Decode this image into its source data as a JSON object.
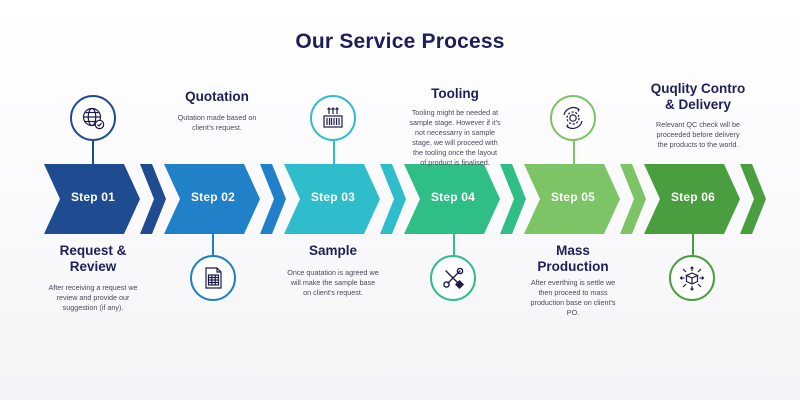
{
  "title": "Our Service Process",
  "colors": [
    "#1f4b91",
    "#2080c8",
    "#2fbdcc",
    "#2fbf86",
    "#7cc466",
    "#4a9e3f"
  ],
  "steps": [
    {
      "step": "Step 01",
      "heading_lines": [
        "Request &",
        "Review"
      ],
      "description_lines": [
        "After receiving a request we",
        "review and provide our",
        "suggestion (if any)."
      ],
      "icon": "globe-check-icon",
      "position": "top"
    },
    {
      "step": "Step 02",
      "heading_lines": [
        "Quotation"
      ],
      "description_lines": [
        "Qutation made based on",
        "client's request."
      ],
      "icon": "spreadsheet-document-icon",
      "position": "bottom"
    },
    {
      "step": "Step 03",
      "heading_lines": [
        "Sample"
      ],
      "description_lines": [
        "Once quatation is agreed we",
        "will make the sample base",
        "on client's request."
      ],
      "icon": "barcode-upload-icon",
      "position": "top"
    },
    {
      "step": "Step 04",
      "heading_lines": [
        "Tooling"
      ],
      "description_lines": [
        "Tooling might be needed at",
        "sample stage. However if it's",
        "not necessarry in sample",
        "stage, we will proceed with",
        "the tooling once the layout",
        "of product is finalised."
      ],
      "icon": "wrench-screwdriver-icon",
      "position": "bottom"
    },
    {
      "step": "Step 05",
      "heading_lines": [
        "Mass",
        "Production"
      ],
      "description_lines": [
        "After everthing is settle we",
        "then proceed to mass",
        "production base on client's",
        "PO."
      ],
      "icon": "gear-cycle-icon",
      "position": "top"
    },
    {
      "step": "Step 06",
      "heading_lines": [
        "Quqlity Contro",
        "& Delivery"
      ],
      "description_lines": [
        "Relevant QC check will be",
        "proceeded before delivery",
        "the products to the world."
      ],
      "icon": "package-delivery-icon",
      "position": "bottom"
    }
  ]
}
